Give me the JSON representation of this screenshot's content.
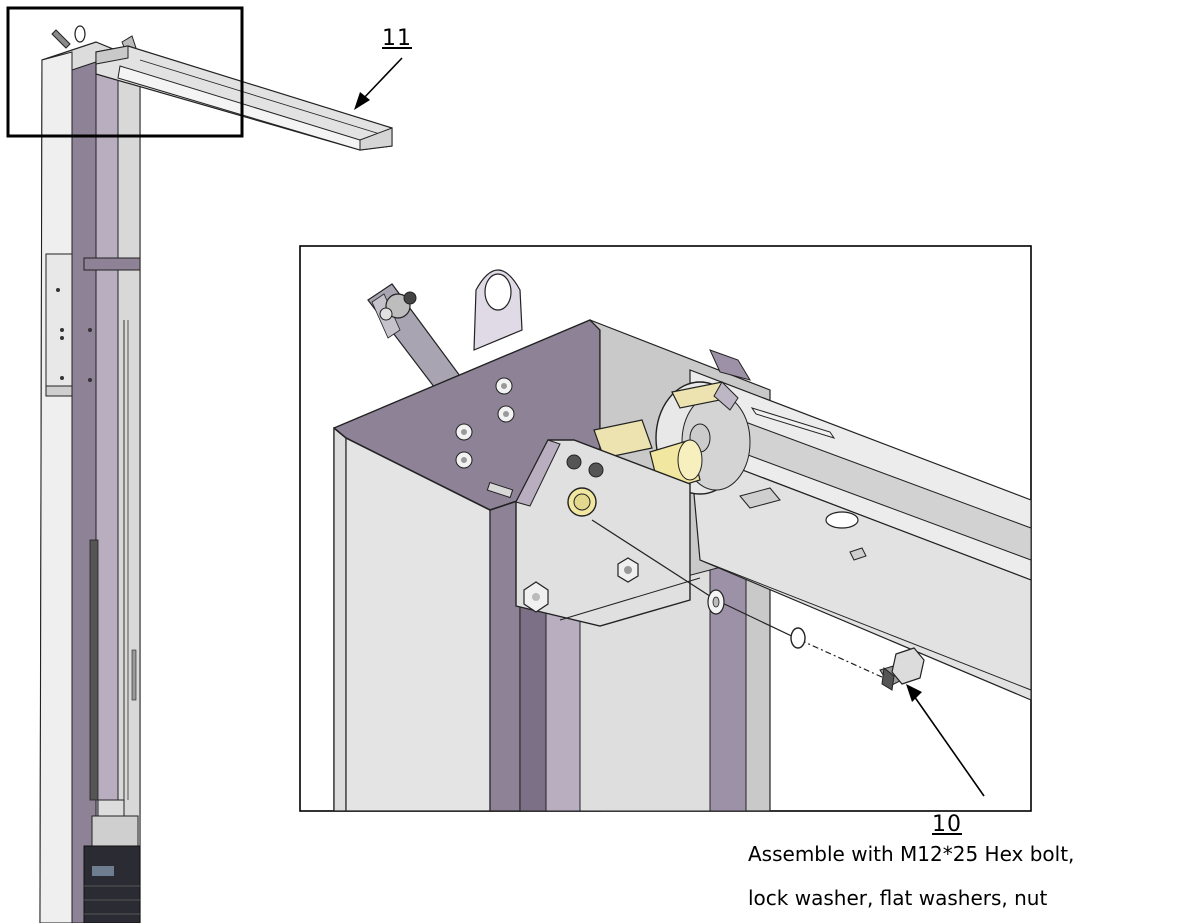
{
  "labels": {
    "part_11": "11",
    "part_10": "10"
  },
  "caption": {
    "line1": "Assemble with M12*25 Hex bolt,",
    "line2": "lock washer, flat washers, nut"
  },
  "colors": {
    "steel_light": "#e6e6e6",
    "steel_mid": "#c9c9c9",
    "steel_dark": "#9a9a9a",
    "steel_purple": "#8e8297",
    "steel_purple_light": "#b8aec0",
    "pad_yellow": "#ece3b0",
    "roller_yellow": "#f2e7a0",
    "outline": "#111111",
    "panel_dark": "#2b2b33"
  }
}
